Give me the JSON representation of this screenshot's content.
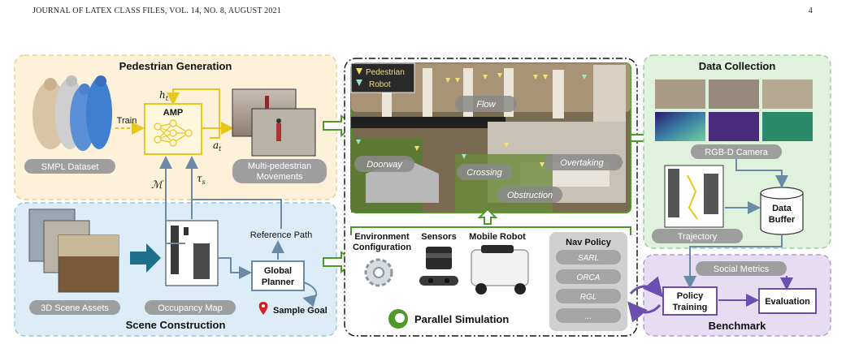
{
  "header": {
    "running_head": "JOURNAL OF LATEX CLASS FILES, VOL. 14, NO. 8, AUGUST 2021",
    "page_number": "4"
  },
  "pedestrian_generation": {
    "title": "Pedestrian Generation",
    "dataset_label": "SMPL Dataset",
    "train_label": "Train",
    "amp_label": "AMP",
    "h_sub": "t",
    "h_main": "h",
    "a_main": "a",
    "a_sub": "t",
    "m_symbol": "ℳ",
    "tau_main": "τ",
    "tau_sub": "s",
    "movements_line1": "Multi-pedestrian",
    "movements_line2": "Movements"
  },
  "scene_construction": {
    "title": "Scene Construction",
    "assets_label": "3D Scene Assets",
    "occupancy_label": "Occupancy Map",
    "reference_path_label": "Reference Path",
    "planner_line1": "Global",
    "planner_line2": "Planner",
    "sample_goal_label": "Sample Goal"
  },
  "simulation": {
    "legend_pedestrian": "Pedestrian",
    "legend_robot": "Robot",
    "scenario_flow": "Flow",
    "scenario_doorway": "Doorway",
    "scenario_crossing": "Crossing",
    "scenario_overtaking": "Overtaking",
    "scenario_obstruction": "Obstruction",
    "env_line1": "Environment",
    "env_line2": "Configuration",
    "sensors_label": "Sensors",
    "robot_label": "Mobile Robot",
    "title": "Parallel Simulation"
  },
  "nav_policy": {
    "title": "Nav Policy",
    "items": [
      "SARL",
      "ORCA",
      "RGL",
      "..."
    ]
  },
  "data_collection": {
    "title": "Data Collection",
    "camera_label": "RGB-D Camera",
    "trajectory_label": "Trajectory",
    "buffer_line1": "Data",
    "buffer_line2": "Buffer"
  },
  "benchmark": {
    "title": "Benchmark",
    "social_metrics_label": "Social Metrics",
    "policy_line1": "Policy",
    "policy_line2": "Training",
    "evaluation_label": "Evaluation"
  },
  "colors": {
    "pedestrian_bg": "#fdf1d9",
    "scene_bg": "#dcedf7",
    "data_bg": "#dff2dc",
    "bench_bg": "#e6ddf2",
    "amp_yellow": "#e7c61d",
    "arrow_green": "#4d9a28",
    "arrow_blue": "#6a8aa8",
    "pill_gray": "#9e9e9e",
    "purple": "#6a4fb0"
  }
}
